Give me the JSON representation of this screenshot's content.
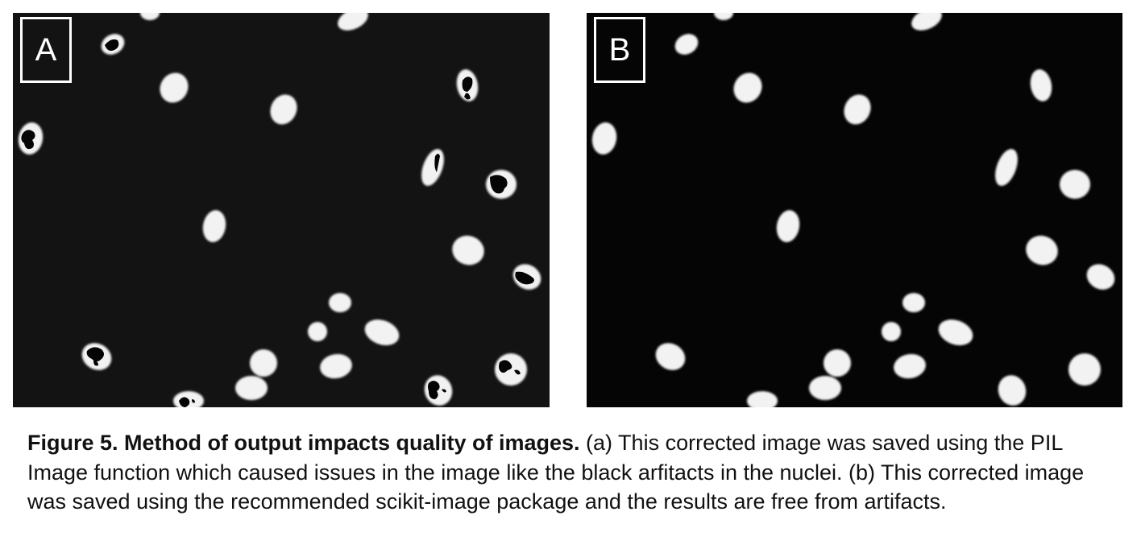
{
  "figure": {
    "panels": [
      {
        "id": "a",
        "label": "A"
      },
      {
        "id": "b",
        "label": "B"
      }
    ],
    "caption": {
      "title": "Figure 5. Method of output impacts quality of images.",
      "text": " (a) This corrected image was saved using the PIL Image function which caused issues in the image like the black arfitacts in the nuclei. (b) This corrected image was saved using the recommended scikit-image package and the results are free from artifacts."
    }
  }
}
